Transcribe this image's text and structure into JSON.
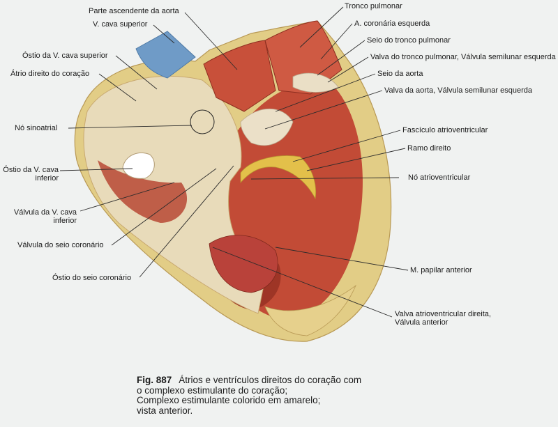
{
  "labels": {
    "parte_ascendente_aorta": "Parte ascendente da aorta",
    "v_cava_superior": "V. cava superior",
    "ostio_v_cava_superior": "Óstio da V. cava superior",
    "atrio_direito": "Átrio direito do coração",
    "no_sinoatrial": "Nó sinoatrial",
    "ostio_v_cava_inferior_1": "Óstio da V. cava",
    "ostio_v_cava_inferior_2": "inferior",
    "valvula_v_cava_inferior_1": "Válvula da V. cava",
    "valvula_v_cava_inferior_2": "inferior",
    "valvula_seio_coronario": "Válvula do seio coronário",
    "ostio_seio_coronario": "Óstio do seio coronário",
    "tronco_pulmonar": "Tronco pulmonar",
    "a_coronaria_esquerda": "A. coronária esquerda",
    "seio_tronco_pulmonar": "Seio do tronco pulmonar",
    "valva_tronco_pulmonar": "Valva do tronco pulmonar, Válvula semilunar esquerda",
    "seio_aorta": "Seio da aorta",
    "valva_aorta": "Valva da aorta, Válvula semilunar esquerda",
    "fasciculo_atrioventricular": "Fascículo atrioventricular",
    "ramo_direito": "Ramo direito",
    "no_atrioventricular": "Nó atrioventricular",
    "m_papilar_anterior": "M. papilar anterior",
    "valva_av_direita_1": "Valva atrioventricular direita,",
    "valva_av_direita_2": "Válvula anterior"
  },
  "caption": {
    "figure": "Fig. 887",
    "line1": "Átrios e ventrículos direitos do coração com",
    "line2": "o complexo estimulante do coração;",
    "line3": "Complexo estimulante colorido em amarelo;",
    "line4": "vista anterior."
  },
  "colors": {
    "background": "#f0f2f1",
    "myocardium": "#c2503c",
    "fat": "#e4cf8a",
    "atrial_wall": "#e9dcbc",
    "conduction_system": "#e3c04a",
    "vena_cava": "#6f9bc7"
  }
}
